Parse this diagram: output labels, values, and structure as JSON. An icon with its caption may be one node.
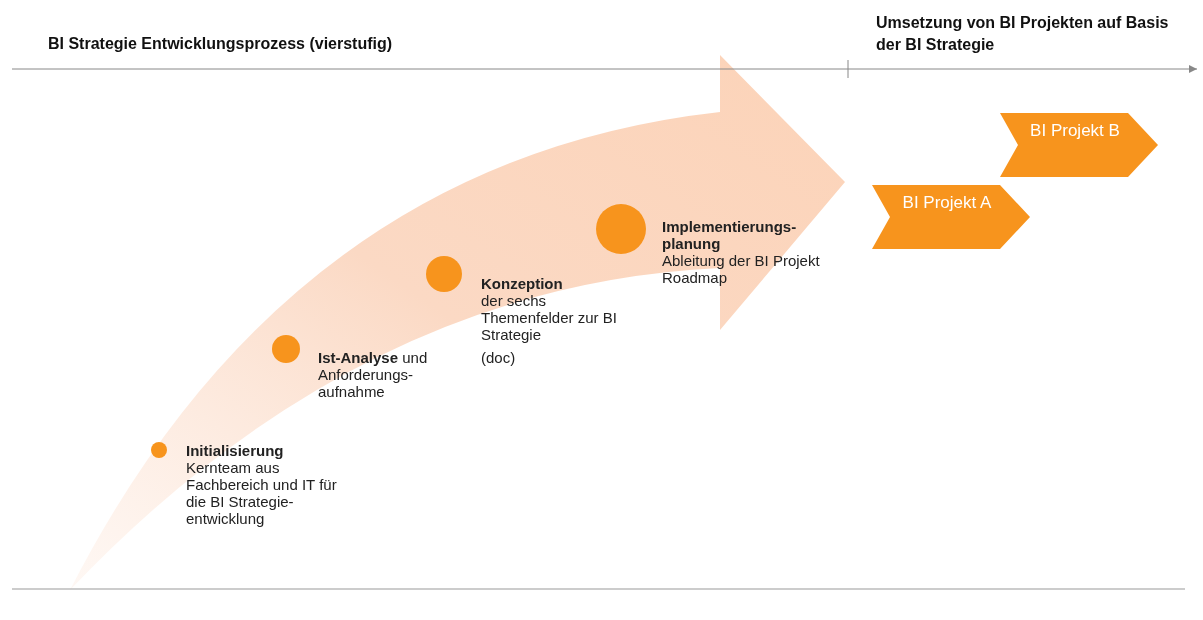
{
  "diagram": {
    "nodes": [
      {
        "text": [
          "Initialisierung",
          "Kernteam aus Fachbereich und IT für die BI Strategie- entwicklung"
        ]
      },
      {
        "text": [
          "**Ist-Analyse** und Anforderungs- aufnahme"
        ]
      },
      {
        "text": [
          "Konzeption",
          "der sechs Themenfelder zur BI Strategie",
          "(doc)"
        ]
      },
      {
        "text": [
          "Implementierungs- planung",
          "Ableitung der BI Projekt Roadmap"
        ]
      },
      {
        "text": [
          "BI Projekt A"
        ]
      },
      {
        "text": [
          "BI Projekt B"
        ]
      }
    ],
    "edges": [],
    "labels": [
      "BI Strategie Entwicklungsprozess (vierstufig)",
      "Umsetzung von BI Projekten auf Basis der BI Strategie"
    ]
  }
}
